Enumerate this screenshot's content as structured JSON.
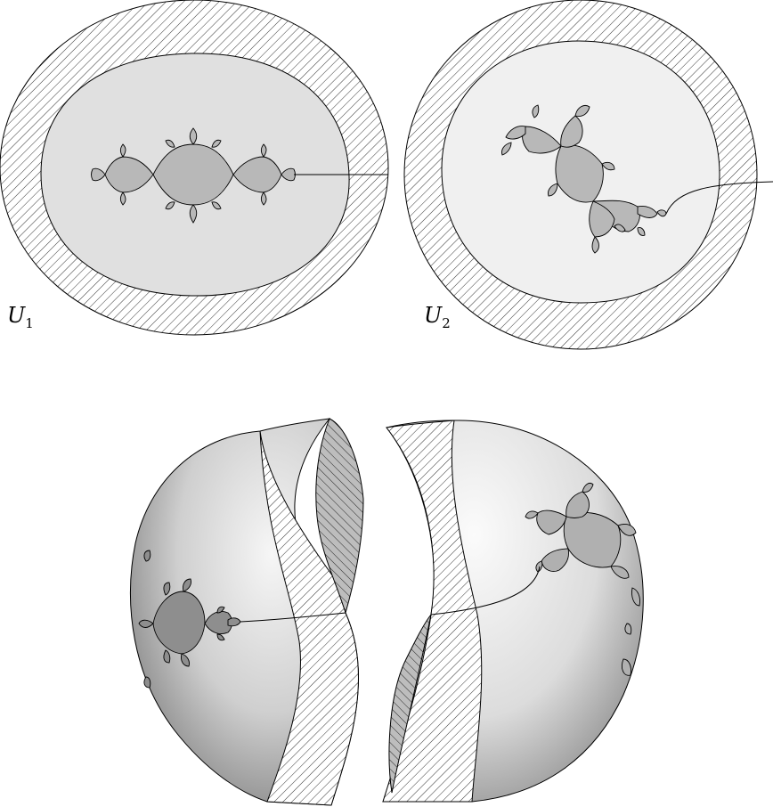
{
  "labels": {
    "u1": {
      "base": "U",
      "sub": "1"
    },
    "u2": {
      "base": "U",
      "sub": "2"
    }
  },
  "colors": {
    "ring_hatch": "#000000",
    "disc1_fill": "#e0e0e0",
    "disc2_fill": "#f0f0f0",
    "julia_fill": "#b8b8b8",
    "stroke": "#000000",
    "sphere_light": "#f8f8f8",
    "sphere_dark": "#8a8a8a"
  }
}
